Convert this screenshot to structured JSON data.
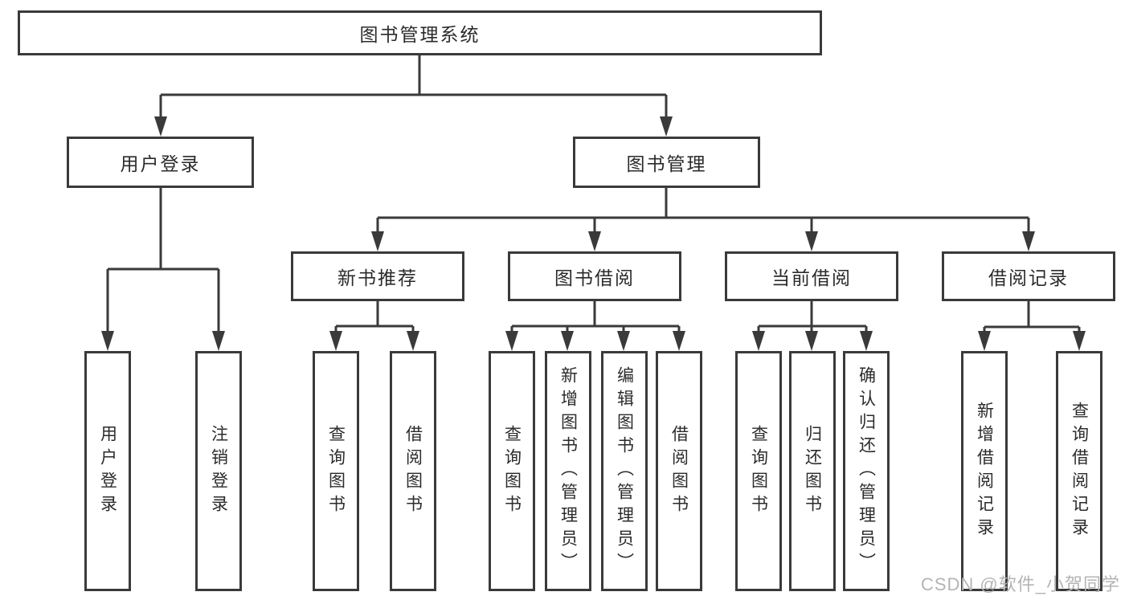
{
  "colors": {
    "line": "#3a3a3a",
    "box_border": "#3a3a3a",
    "text": "#2b2b2b",
    "watermark": "#b4b4b4",
    "background": "#ffffff"
  },
  "watermark": {
    "text": "CSDN @软件_小贺同学"
  },
  "tree": {
    "root": {
      "label": "图书管理系统"
    },
    "branches": [
      {
        "label": "用户登录",
        "children": [
          {
            "label": "用户登录"
          },
          {
            "label": "注销登录"
          }
        ]
      },
      {
        "label": "图书管理",
        "children": [
          {
            "label": "新书推荐",
            "children": [
              {
                "label": "查询图书"
              },
              {
                "label": "借阅图书"
              }
            ]
          },
          {
            "label": "图书借阅",
            "children": [
              {
                "label": "查询图书"
              },
              {
                "label": "新增图书（管理员）"
              },
              {
                "label": "编辑图书（管理员）"
              },
              {
                "label": "借阅图书"
              }
            ]
          },
          {
            "label": "当前借阅",
            "children": [
              {
                "label": "查询图书"
              },
              {
                "label": "归还图书"
              },
              {
                "label": "确认归还（管理员）"
              }
            ]
          },
          {
            "label": "借阅记录",
            "children": [
              {
                "label": "新增借阅记录"
              },
              {
                "label": "查询借阅记录"
              }
            ]
          }
        ]
      }
    ]
  }
}
